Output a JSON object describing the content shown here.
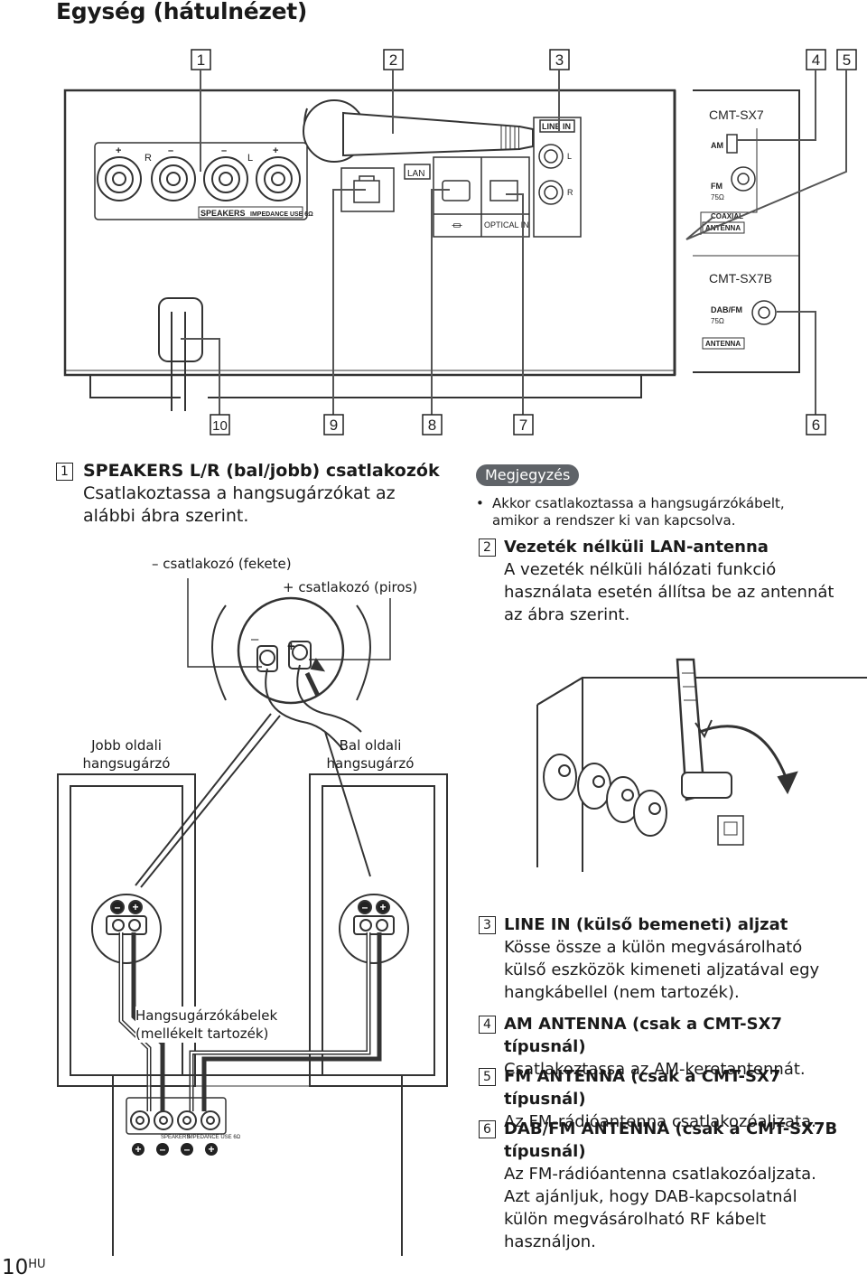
{
  "page": {
    "title": "Egység (hátulnézet)",
    "page_number": "10",
    "page_suffix": "HU"
  },
  "diagram": {
    "top_callouts": [
      "1",
      "2",
      "3",
      "4",
      "5"
    ],
    "bottom_callouts": [
      "10",
      "9",
      "8",
      "7",
      "6"
    ],
    "panel": {
      "speakers_label": "SPEAKERS",
      "impedance_label": "IMPEDANCE USE 6Ω",
      "plus": "+",
      "minus": "–",
      "r": "R",
      "l": "L",
      "lan": "LAN",
      "usb": "⏛",
      "optical": "OPTICAL IN",
      "line_in": "LINE IN",
      "line_l": "L",
      "line_r": "R",
      "model1": "CMT-SX7",
      "am": "AM",
      "fm": "FM",
      "ohm": "75Ω",
      "coaxial": "COAXIAL",
      "antenna": "ANTENNA",
      "model2": "CMT-SX7B",
      "dabfm": "DAB/FM"
    }
  },
  "items": [
    {
      "num": "1",
      "heading": "SPEAKERS L/R (bal/jobb) csatlakozók",
      "body": [
        "Csatlakoztassa a hangsugárzókat az",
        "alábbi ábra szerint."
      ]
    },
    {
      "num": "2",
      "heading": "Vezeték nélküli LAN-antenna",
      "body": [
        "A vezeték nélküli hálózati funkció",
        "használata esetén állítsa be az antennát",
        "az ábra szerint."
      ]
    },
    {
      "num": "3",
      "heading": "LINE IN (külső bemeneti) aljzat",
      "body": [
        "Kösse össze a külön megvásárolható",
        "külső eszközök kimeneti aljzatával egy",
        "hangkábellel (nem tartozék)."
      ]
    },
    {
      "num": "4",
      "heading": "AM ANTENNA (csak a CMT-SX7 típusnál)",
      "body": [
        "Csatlakoztassa az AM-keretantennát."
      ]
    },
    {
      "num": "5",
      "heading": "FM ANTENNA (csak a CMT-SX7 típusnál)",
      "body": [
        "Az FM-rádióantenna csatlakozóaljzata."
      ]
    },
    {
      "num": "6",
      "heading": [
        "DAB/FM ANTENNA (csak a CMT-SX7B",
        "típusnál)"
      ],
      "body": [
        "Az FM-rádióantenna csatlakozóaljzata.",
        "Azt ajánljuk, hogy DAB-kapcsolatnál",
        "külön megvásárolható RF kábelt",
        "használjon."
      ]
    }
  ],
  "note": {
    "badge": "Megjegyzés",
    "bullet": "•",
    "lines": [
      "Akkor csatlakoztassa a hangsugárzókábelt,",
      "amikor a rendszer ki van kapcsolva."
    ]
  },
  "figure_labels": {
    "minus_connector": "– csatlakozó (fekete)",
    "plus_connector": "+ csatlakozó (piros)",
    "right_speaker": [
      "Jobb oldali",
      "hangsugárzó"
    ],
    "left_speaker": [
      "Bal oldali",
      "hangsugárzó"
    ],
    "cables": [
      "Hangsugárzókábelek",
      "(mellékelt tartozék)"
    ],
    "mini_speakers": "SPEAKERS",
    "mini_impedance": "IMPEDANCE USE 6Ω"
  }
}
